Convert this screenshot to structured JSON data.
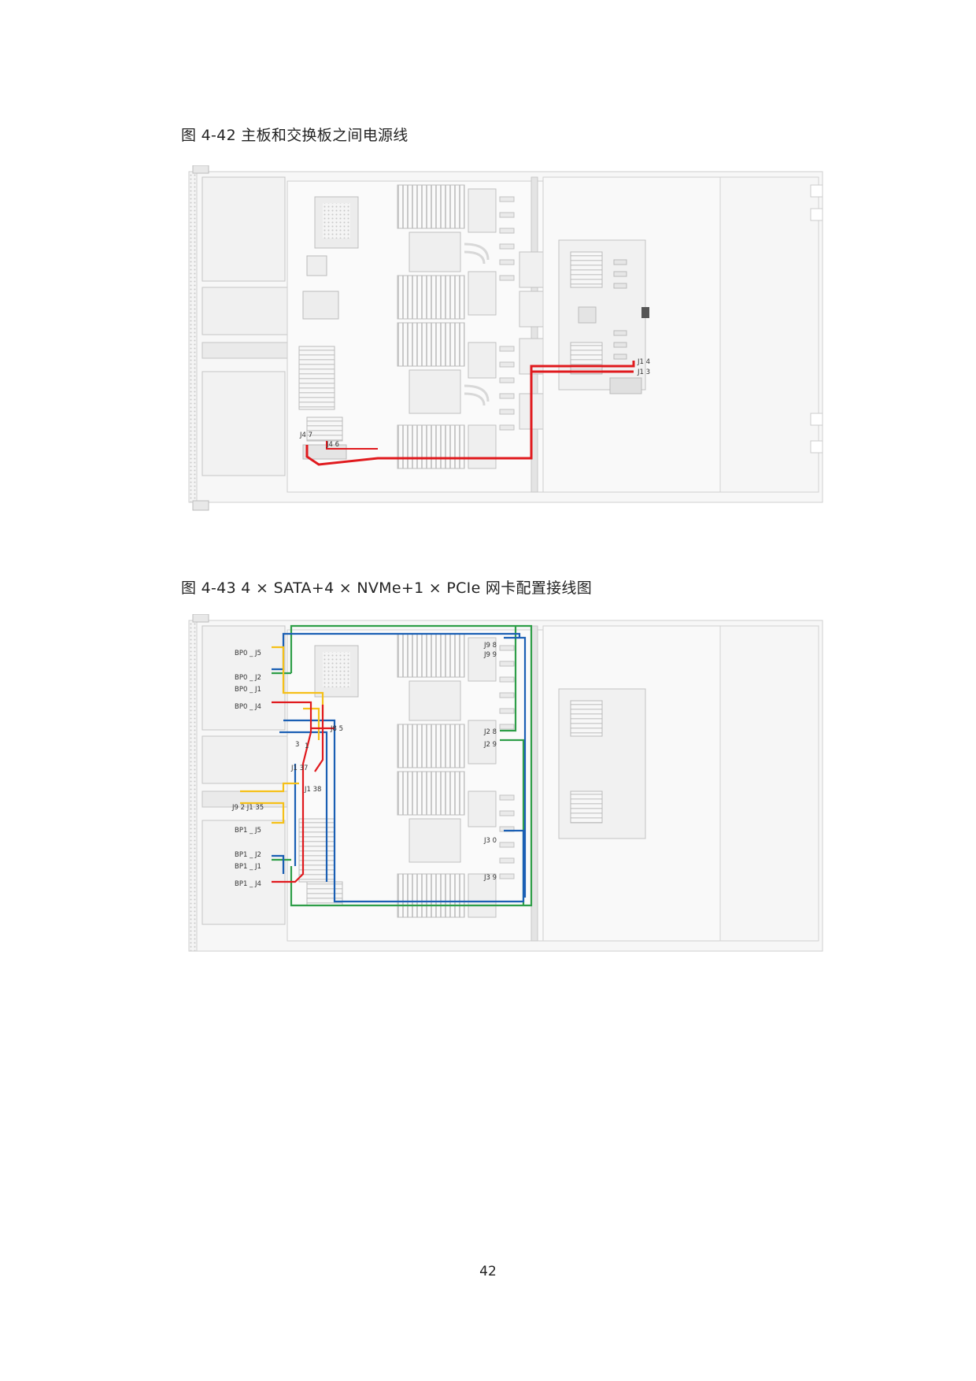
{
  "figure_42": {
    "caption": "图 4-42  主板和交换板之间电源线",
    "labels": {
      "j47": "J4 7",
      "j46": "J4 6",
      "j14": "J1 4",
      "j13": "J1 3"
    }
  },
  "figure_43": {
    "caption": "图 4-43 4 × SATA+4 × NVMe+1 × PCIe 网卡配置接线图",
    "labels": {
      "bp0_j5": "BP0 _ J5",
      "bp0_j2": "BP0 _ J2",
      "bp0_j1": "BP0 _ J1",
      "bp0_j4": "BP0 _ J4",
      "bp1_j5": "BP1 _ J5",
      "bp1_j2": "BP1 _ J2",
      "bp1_j1": "BP1 _ J1",
      "bp1_j4": "BP1 _ J4",
      "j98": "J9 8",
      "j99": "J9 9",
      "j28": "J2 8",
      "j29": "J2 9",
      "j30": "J3 0",
      "j39": "J3 9",
      "j85": "J8 5",
      "n3": "3",
      "n1": "1",
      "j137": "J1 37",
      "j138": "J1 38",
      "j92_j135": "J9 2 J1 35"
    }
  },
  "colors": {
    "red": "#e0191d",
    "blue": "#1a5fb4",
    "green": "#2e9e48",
    "yellow": "#f5c018"
  },
  "page_number": "42"
}
